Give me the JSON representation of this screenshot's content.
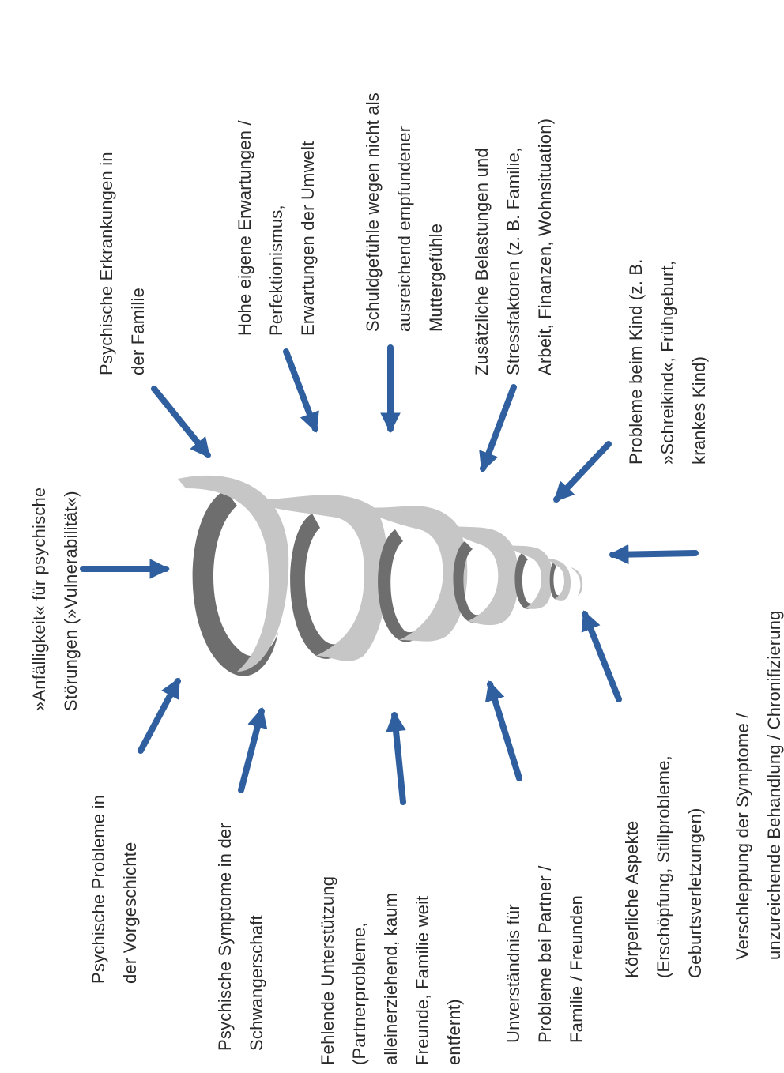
{
  "accent_color": "#2f5f9e",
  "spiral_colors": {
    "light": "#c6c6c6",
    "dark": "#6e6e6e"
  },
  "center": {
    "label": ""
  },
  "factors": [
    {
      "id": "vulnerabilitaet",
      "lines": [
        "»Anfälligkeit« für psychische",
        "Störungen (»Vulnerabilität«)"
      ]
    },
    {
      "id": "familie-erkrankungen",
      "lines": [
        "Psychische Erkrankungen in",
        "der Familie"
      ]
    },
    {
      "id": "erwartungen",
      "lines": [
        "Hohe eigene Erwartungen /",
        "Perfektionismus,",
        "Erwartungen der Umwelt"
      ]
    },
    {
      "id": "schuldgefuehle",
      "lines": [
        "Schuldgefühle wegen nicht als",
        "ausreichend empfundener",
        "Muttergefühle"
      ]
    },
    {
      "id": "belastungen",
      "lines": [
        "Zusätzliche Belastungen und",
        "Stressfaktoren (z. B. Familie,",
        "Arbeit, Finanzen, Wohnsituation)"
      ]
    },
    {
      "id": "kind",
      "lines": [
        "Probleme beim Kind (z. B.",
        "»Schreikind«, Frühgeburt,",
        "krankes Kind)"
      ]
    },
    {
      "id": "verschleppung",
      "lines": [
        "Verschleppung der Symptome /",
        "unzureichende Behandlung / Chronifizierung"
      ]
    },
    {
      "id": "vorgeschichte",
      "lines": [
        "Psychische Probleme in",
        "der Vorgeschichte"
      ]
    },
    {
      "id": "schwangerschaft",
      "lines": [
        "Psychische Symptome in der",
        "Schwangerschaft"
      ]
    },
    {
      "id": "unterstuetzung",
      "lines": [
        "Fehlende Unterstützung",
        "(Partnerprobleme,",
        "alleinerziehend, kaum",
        "Freunde, Familie weit",
        "entfernt)"
      ]
    },
    {
      "id": "unverstaendnis",
      "lines": [
        "Unverständnis für",
        "Probleme bei Partner /",
        "Familie / Freunden"
      ]
    },
    {
      "id": "koerperlich",
      "lines": [
        "Körperliche Aspekte",
        "(Erschöpfung, Stillprobleme,",
        "Geburtsverletzungen)"
      ]
    }
  ]
}
